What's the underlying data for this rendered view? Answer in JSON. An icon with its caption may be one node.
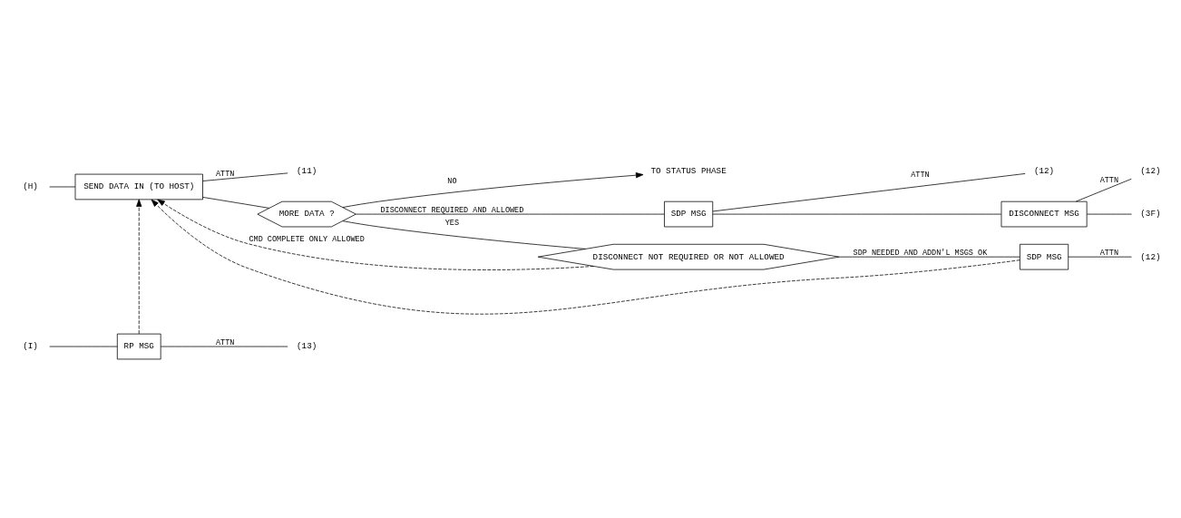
{
  "diagram": {
    "nodes": [
      {
        "text": [
          "(H)"
        ]
      },
      {
        "text": [
          "SEND DATA IN (TO HOST)"
        ]
      },
      {
        "text": [
          "(11)"
        ]
      },
      {
        "text": [
          "MORE DATA ?"
        ]
      },
      {
        "text": [
          "TO STATUS PHASE"
        ]
      },
      {
        "text": [
          "SDP MSG"
        ]
      },
      {
        "text": [
          "(12)"
        ]
      },
      {
        "text": [
          "DISCONNECT MSG"
        ]
      },
      {
        "text": [
          "(12)"
        ]
      },
      {
        "text": [
          "(3F)"
        ]
      },
      {
        "text": [
          "DISCONNECT NOT REQUIRED OR NOT ALLOWED"
        ]
      },
      {
        "text": [
          "SDP MSG"
        ]
      },
      {
        "text": [
          "(12)"
        ]
      },
      {
        "text": [
          "(I)"
        ]
      },
      {
        "text": [
          "RP MSG"
        ]
      },
      {
        "text": [
          "(13)"
        ]
      }
    ],
    "edges": [
      {
        "from": 0,
        "to": 1,
        "arrow": "none"
      },
      {
        "from": 1,
        "to": 2,
        "arrow": "none",
        "label": "ATTN"
      },
      {
        "from": 1,
        "to": 3,
        "arrow": "none"
      },
      {
        "from": 3,
        "to": 4,
        "arrow": "to",
        "label": "NO"
      },
      {
        "from": 3,
        "to": 5,
        "arrow": "none",
        "label": "DISCONNECT REQUIRED AND ALLOWED"
      },
      {
        "from": 3,
        "to": 10,
        "arrow": "none",
        "label": "YES"
      },
      {
        "from": 5,
        "to": 6,
        "arrow": "none",
        "label": "ATTN"
      },
      {
        "from": 5,
        "to": 7,
        "arrow": "none"
      },
      {
        "from": 7,
        "to": 8,
        "arrow": "none",
        "label": "ATTN"
      },
      {
        "from": 7,
        "to": 9,
        "arrow": "none"
      },
      {
        "from": 10,
        "to": 11,
        "arrow": "none",
        "label": "SDP NEEDED AND ADDN'L MSGS OK"
      },
      {
        "from": 11,
        "to": 12,
        "arrow": "none",
        "label": "ATTN"
      },
      {
        "from": 11,
        "to": 1,
        "arrow": "to",
        "style": "dashed"
      },
      {
        "from": 10,
        "to": 1,
        "arrow": "to",
        "style": "dashed",
        "label": "CMD COMPLETE ONLY ALLOWED"
      },
      {
        "from": 13,
        "to": 14,
        "arrow": "none"
      },
      {
        "from": 14,
        "to": 15,
        "arrow": "none",
        "label": "ATTN"
      },
      {
        "from": 14,
        "to": 1,
        "arrow": "to",
        "style": "dashed"
      }
    ]
  }
}
